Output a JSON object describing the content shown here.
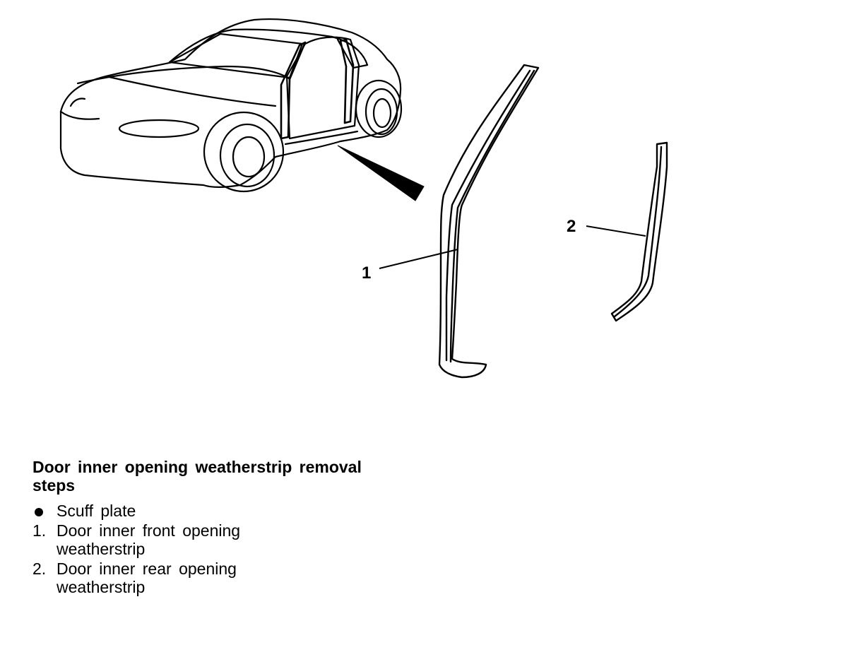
{
  "callouts": {
    "front_weatherstrip": "1",
    "rear_weatherstrip": "2"
  },
  "steps": {
    "title": "Door inner opening weatherstrip removal steps",
    "items": [
      {
        "marker": "bullet",
        "text": "Scuff plate"
      },
      {
        "marker": "1.",
        "text": "Door inner front opening\nweatherstrip"
      },
      {
        "marker": "2.",
        "text": "Door inner rear opening\nweatherstrip"
      }
    ]
  }
}
